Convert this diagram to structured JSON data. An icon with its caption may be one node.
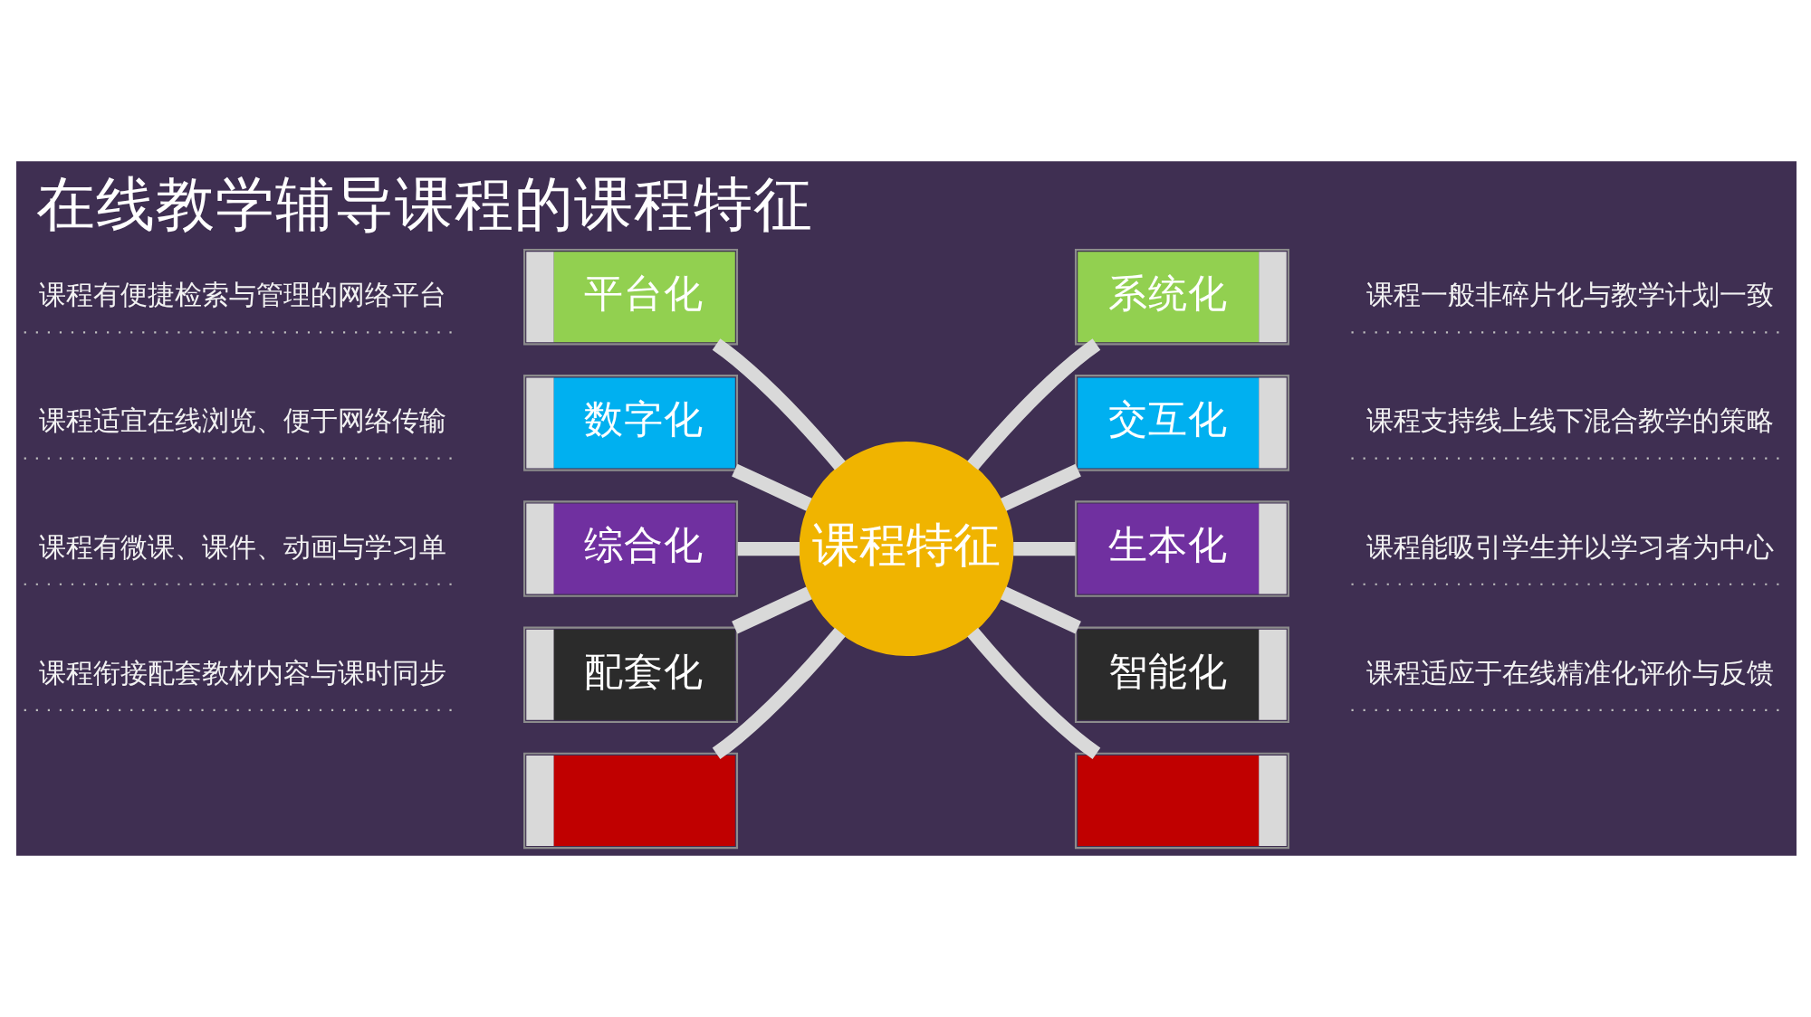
{
  "diagram": {
    "title": "在线教学辅导课程的课程特征",
    "nodes": [
      {
        "text": [
          "平台化"
        ],
        "beside": [
          "课程有便捷检索与管理的网络平台"
        ]
      },
      {
        "text": [
          "数字化"
        ],
        "beside": [
          "课程适宜在线浏览、便于网络传输"
        ]
      },
      {
        "text": [
          "综合化"
        ],
        "beside": [
          "课程有微课、课件、动画与学习单"
        ]
      },
      {
        "text": [
          "配套化"
        ],
        "beside": [
          "课程衔接配套教材内容与课时同步"
        ]
      },
      {
        "text": [],
        "shape": "box"
      },
      {
        "text": [
          "课程特征"
        ]
      },
      {
        "text": [
          "系统化"
        ],
        "beside": [
          "课程一般非碎片化与教学计划一致"
        ]
      },
      {
        "text": [
          "交互化"
        ],
        "beside": [
          "课程支持线上线下混合教学的策略"
        ]
      },
      {
        "text": [
          "生本化"
        ],
        "beside": [
          "课程能吸引学生并以学习者为中心"
        ]
      },
      {
        "text": [
          "智能化"
        ],
        "beside": [
          "课程适应于在线精准化评价与反馈"
        ]
      },
      {
        "text": [],
        "shape": "box"
      }
    ],
    "edges": [
      {
        "from": 0,
        "to": 5,
        "arrow": "none"
      },
      {
        "from": 1,
        "to": 5,
        "arrow": "none"
      },
      {
        "from": 2,
        "to": 5,
        "arrow": "none"
      },
      {
        "from": 3,
        "to": 5,
        "arrow": "none"
      },
      {
        "from": 4,
        "to": 5,
        "arrow": "none"
      },
      {
        "from": 5,
        "to": 6,
        "arrow": "none"
      },
      {
        "from": 5,
        "to": 7,
        "arrow": "none"
      },
      {
        "from": 5,
        "to": 8,
        "arrow": "none"
      },
      {
        "from": 5,
        "to": 9,
        "arrow": "none"
      },
      {
        "from": 5,
        "to": 10,
        "arrow": "none"
      }
    ]
  }
}
